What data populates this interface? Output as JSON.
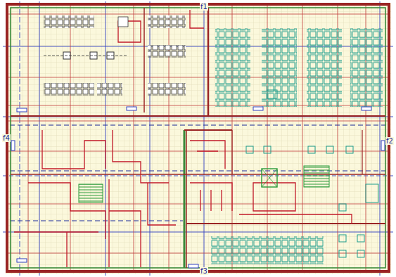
{
  "diagram": {
    "labels": [
      "f1",
      "f2",
      "f3",
      "f4"
    ]
  }
}
